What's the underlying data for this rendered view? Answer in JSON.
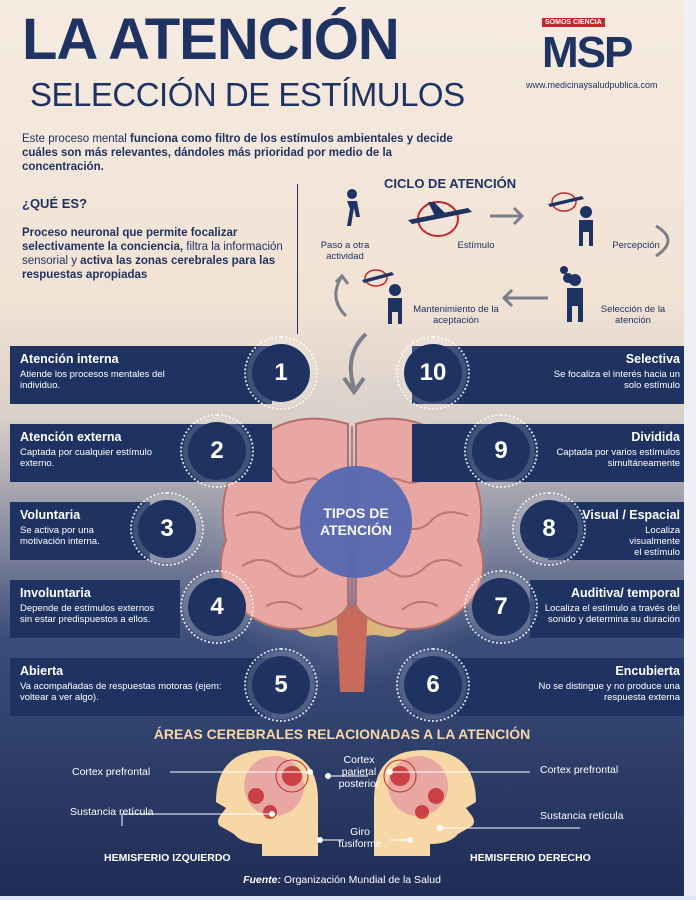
{
  "header": {
    "title": "LA ATENCIÓN",
    "subtitle": "SELECCIÓN DE ESTÍMULOS",
    "logo_tag": "SOMOS CIENCIA",
    "logo_mark": "MSP",
    "logo_url": "www.medicinaysaludpublica.com"
  },
  "intro": {
    "a": "Este proceso mental ",
    "b": "funciona como filtro de los estímulos ambientales y decide cuáles son más relevantes, dándoles más prioridad por medio de la concentración."
  },
  "que_es": {
    "heading": "¿QUÉ ES?",
    "a": "Proceso neuronal que permite focalizar selectivamente la conciencia, ",
    "b": "filtra la información sensorial y ",
    "c": "activa las zonas cerebrales para las respuestas apropiadas"
  },
  "ciclo": {
    "title": "CICLO DE ATENCIÓN",
    "paso": "Paso a otra actividad",
    "estimulo": "Estímulo",
    "percepcion": "Percepción",
    "seleccion": "Selección de la atención",
    "mantenimiento": "Mantenimiento de la aceptación"
  },
  "center": "TIPOS DE ATENCIÓN",
  "types_left": [
    {
      "num": "1",
      "title": "Atención interna",
      "desc": "Atiende los procesos mentales del individuo."
    },
    {
      "num": "2",
      "title": "Atención externa",
      "desc": "Captada por cualquier estímulo externo."
    },
    {
      "num": "3",
      "title": "Voluntaria",
      "desc": "Se activa por una motivación interna."
    },
    {
      "num": "4",
      "title": "Involuntaria",
      "desc": "Depende de estímulos externos sin estar predispuestos a ellos."
    },
    {
      "num": "5",
      "title": "Abierta",
      "desc": "Va acompañadas de respuestas motoras (ejem: voltear a ver algo)."
    }
  ],
  "types_right": [
    {
      "num": "10",
      "title": "Selectiva",
      "desc": "Se focaliza el interés hacia un solo estímulo"
    },
    {
      "num": "9",
      "title": "Dividida",
      "desc": "Captada por varios estímulos simultáneamente"
    },
    {
      "num": "8",
      "title": "Visual / Espacial",
      "desc": "Localiza visualmente el estímulo"
    },
    {
      "num": "7",
      "title": "Auditiva/ temporal",
      "desc": "Localiza el estímulo a través del sonido y determina su duración"
    },
    {
      "num": "6",
      "title": "Encubierta",
      "desc": "No se distingue y no produce una respuesta externa"
    }
  ],
  "areas": {
    "title": "ÁREAS CEREBRALES RELACIONADAS A LA ATENCIÓN",
    "cortex_prefrontal_left": "Cortex prefrontal",
    "sustancia_left": "Sustancia retícula",
    "cortex_parietal": "Cortex parietal posterior",
    "giro": "Giro fusiforme",
    "cortex_prefrontal_right": "Cortex prefrontal",
    "sustancia_right": "Sustancia retícula",
    "hemi_left": "HEMISFERIO IZQUIERDO",
    "hemi_right": "HEMISFERIO DERECHO"
  },
  "fuente": {
    "label": "Fuente:",
    "text": " Organización Mundial de la Salud"
  },
  "colors": {
    "navy": "#1f3363",
    "red": "#c0282d",
    "brain": "#e9a7a3",
    "accent_blue": "#5368b3",
    "gold": "#f6d7a5"
  }
}
